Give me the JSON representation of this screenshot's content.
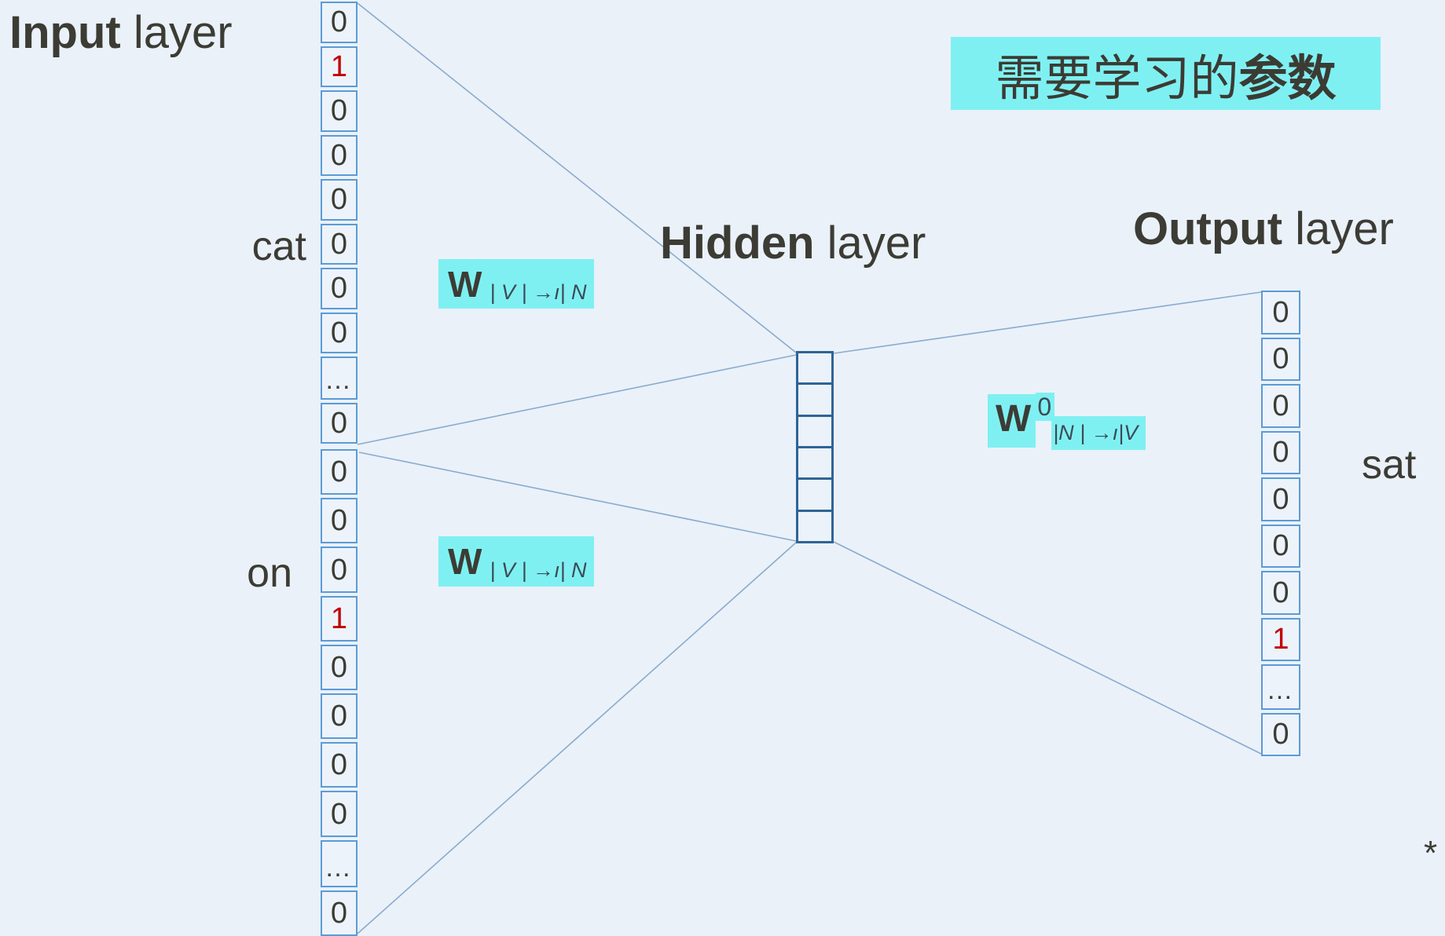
{
  "colors": {
    "background": "#EAF1F9",
    "cell_border": "#5B9BD5",
    "hidden_cell_border": "#2F6496",
    "highlight_cyan": "#7FF0F2",
    "text_dark": "#3C3C35",
    "one_hot_red": "#C00000",
    "wire_blue": "#8AABCE"
  },
  "titles": {
    "input_layer_bold": "Input",
    "input_layer_rest": " layer",
    "hidden_layer_bold": "Hidden",
    "hidden_layer_rest": " layer",
    "output_layer_bold": "Output",
    "output_layer_rest": " layer"
  },
  "banner": {
    "text_regular": "需要学习的",
    "text_bold": "参数"
  },
  "weights": {
    "input_matrix_base": "W",
    "input_matrix_sub": "| V | →ı| N",
    "output_matrix_base": "W",
    "output_matrix_sup": "0",
    "output_matrix_sub": "|N | →ı|V"
  },
  "vectors": {
    "input_cat": {
      "word": "cat",
      "cells": [
        "0",
        "1",
        "0",
        "0",
        "0",
        "0",
        "0",
        "0",
        "…",
        "0"
      ],
      "hot_index": 1
    },
    "input_on": {
      "word": "on",
      "cells": [
        "0",
        "0",
        "0",
        "1",
        "0",
        "0",
        "0",
        "0",
        "…",
        "0"
      ],
      "hot_index": 3
    },
    "hidden": {
      "cells": [
        "",
        "",
        "",
        "",
        "",
        ""
      ]
    },
    "output_sat": {
      "word": "sat",
      "cells": [
        "0",
        "0",
        "0",
        "0",
        "0",
        "0",
        "0",
        "1",
        "…",
        "0"
      ],
      "hot_index": 7
    }
  },
  "footnote_marker": "*"
}
